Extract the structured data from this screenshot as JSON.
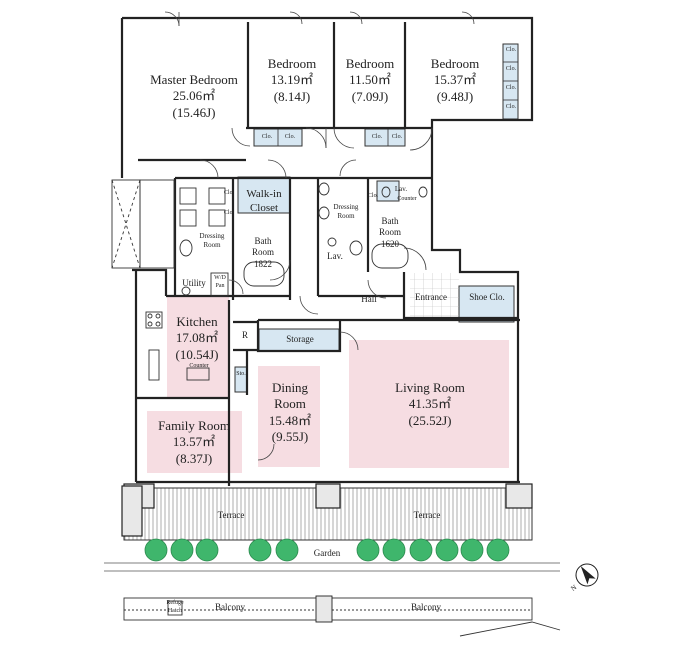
{
  "rooms": {
    "master_bedroom": {
      "name": "Master Bedroom",
      "area": "25.06㎡",
      "jo": "(15.46J)"
    },
    "bedroom1": {
      "name": "Bedroom",
      "area": "13.19㎡",
      "jo": "(8.14J)"
    },
    "bedroom2": {
      "name": "Bedroom",
      "area": "11.50㎡",
      "jo": "(7.09J)"
    },
    "bedroom3": {
      "name": "Bedroom",
      "area": "15.37㎡",
      "jo": "(9.48J)"
    },
    "kitchen": {
      "name": "Kitchen",
      "area": "17.08㎡",
      "jo": "(10.54J)"
    },
    "family_room": {
      "name": "Family Room",
      "area": "13.57㎡",
      "jo": "(8.37J)"
    },
    "dining_room": {
      "name": "Dining",
      "name2": "Room",
      "area": "15.48㎡",
      "jo": "(9.55J)"
    },
    "living_room": {
      "name": "Living Room",
      "area": "41.35㎡",
      "jo": "(25.52J)"
    }
  },
  "labels": {
    "walk_in_closet": "Walk-in",
    "walk_in_closet2": "Closet",
    "dressing_room_left": "Dressing",
    "dressing_room_left2": "Room",
    "dressing_room_right": "Dressing",
    "dressing_room_right2": "Room",
    "bath_left": "Bath",
    "bath_left2": "Room",
    "bath_left3": "1822",
    "bath_right": "Bath",
    "bath_right2": "Room",
    "bath_right3": "1620",
    "lav_left": "Lav.",
    "lav_right": "Lav.",
    "counter_top": "Counter",
    "counter_kitchen": "Counter",
    "utility": "Utility",
    "wd": "W/D",
    "wd2": "Pan",
    "hall": "Hall",
    "entrance": "Entrance",
    "shoe_clo": "Shoe Clo.",
    "storage": "Storage",
    "r": "R",
    "sto": "Sto.",
    "clo": "Clo.",
    "terrace_left": "Terrace",
    "terrace_right": "Terrace",
    "garden": "Garden",
    "balcony_left": "Balcony",
    "balcony_right": "Balcony",
    "hatch": "Refuge",
    "hatch2": "Hatch",
    "north": "N"
  }
}
